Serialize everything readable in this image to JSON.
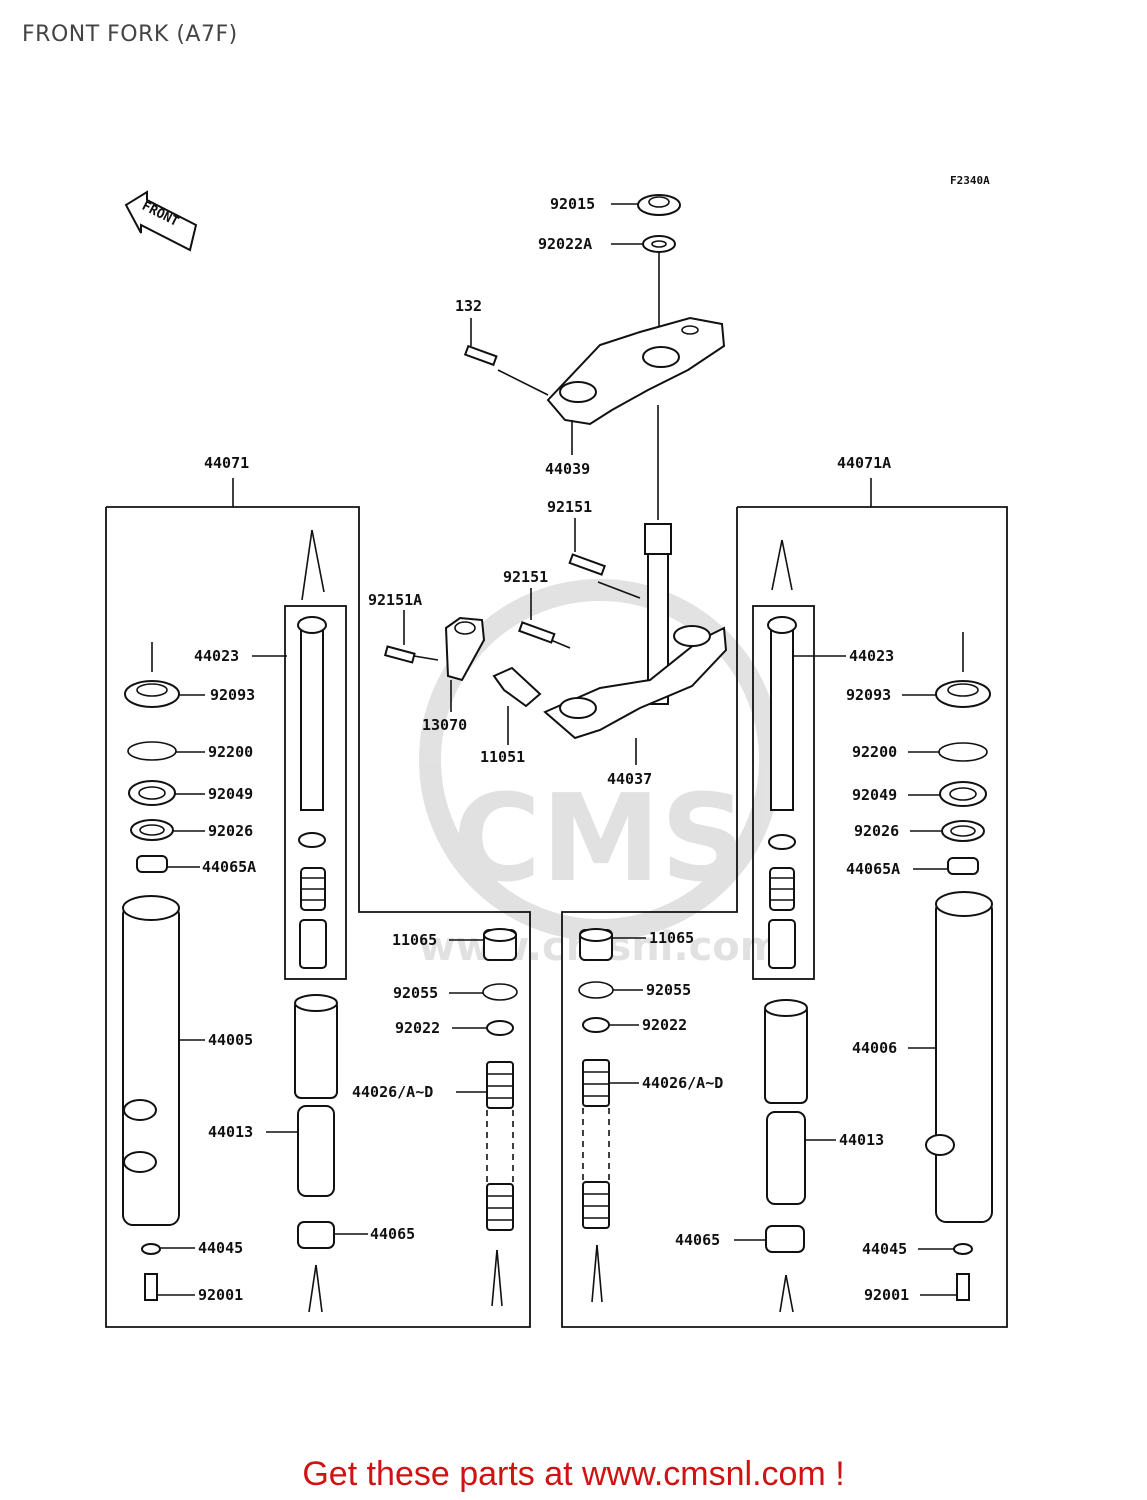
{
  "page": {
    "title": "FRONT FORK (A7F)",
    "footer_text": "Get these parts at www.cmsnl.com !"
  },
  "diagram": {
    "code": "F2340A",
    "front_arrow_label": "FRONT",
    "watermark": "CMS www.cmsnl.com",
    "parts": {
      "p92015": "92015",
      "p92022A": "92022A",
      "p132": "132",
      "p44039": "44039",
      "p44071": "44071",
      "p44071A": "44071A",
      "p92151_top": "92151",
      "p92151_mid": "92151",
      "p92151A": "92151A",
      "p13070": "13070",
      "p11051": "11051",
      "p44037": "44037",
      "L_44023": "44023",
      "L_92093": "92093",
      "L_92200": "92200",
      "L_92049": "92049",
      "L_92026": "92026",
      "L_44065A": "44065A",
      "L_44005": "44005",
      "L_44013": "44013",
      "L_44045": "44045",
      "L_92001": "92001",
      "L_11065": "11065",
      "L_92055": "92055",
      "L_92022": "92022",
      "L_44026": "44026/A~D",
      "L_44065": "44065",
      "R_44023": "44023",
      "R_92093": "92093",
      "R_92200": "92200",
      "R_92049": "92049",
      "R_92026": "92026",
      "R_44065A": "44065A",
      "R_44006": "44006",
      "R_44013": "44013",
      "R_44045": "44045",
      "R_92001": "92001",
      "R_11065": "11065",
      "R_92055": "92055",
      "R_92022": "92022",
      "R_44026": "44026/A~D",
      "R_44065": "44065"
    }
  }
}
